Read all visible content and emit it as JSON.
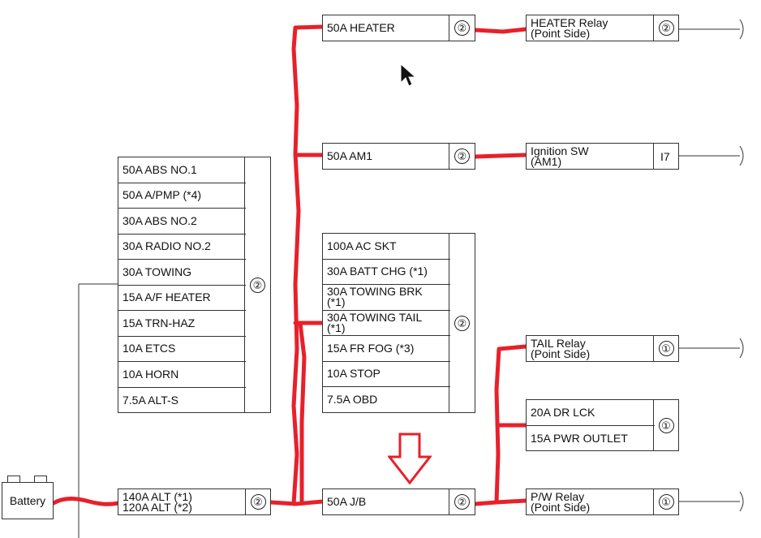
{
  "battery": {
    "label": "Battery"
  },
  "left_block": {
    "items": [
      "50A ABS NO.1",
      "50A A/PMP (*4)",
      "30A ABS NO.2",
      "30A RADIO NO.2",
      "30A TOWING",
      "15A A/F HEATER",
      "15A TRN-HAZ",
      "10A ETCS",
      "10A HORN",
      "7.5A ALT-S"
    ],
    "connector": "②"
  },
  "alt_box": {
    "line1": "140A ALT (*1)",
    "line2": "120A ALT (*2)",
    "connector": "②"
  },
  "heater_fuse": {
    "label": "50A HEATER",
    "connector": "②"
  },
  "am1_fuse": {
    "label": "50A AM1",
    "connector": "②"
  },
  "mid_block": {
    "items": [
      "100A AC SKT",
      "30A BATT CHG (*1)",
      "30A TOWING BRK\n(*1)",
      "30A TOWING TAIL\n(*1)",
      "15A FR FOG (*3)",
      "10A STOP",
      "7.5A OBD"
    ],
    "connector": "②"
  },
  "jb_fuse": {
    "label": "50A J/B",
    "connector": "②"
  },
  "heater_relay": {
    "line1": "HEATER Relay",
    "line2": "(Point Side)",
    "connector": "②"
  },
  "ignition_sw": {
    "line1": "Ignition SW",
    "line2": "(AM1)",
    "connector": "I7"
  },
  "tail_relay": {
    "line1": "TAIL Relay",
    "line2": "(Point Side)",
    "connector": "①"
  },
  "dr_block": {
    "items": [
      "20A DR LCK",
      "15A PWR OUTLET"
    ],
    "connector": "①"
  },
  "pw_relay": {
    "line1": "P/W Relay",
    "line2": "(Point Side)",
    "connector": "①"
  },
  "colors": {
    "highlight_wire": "#e8202a",
    "arrow": "#e8202a",
    "line": "#333333"
  }
}
